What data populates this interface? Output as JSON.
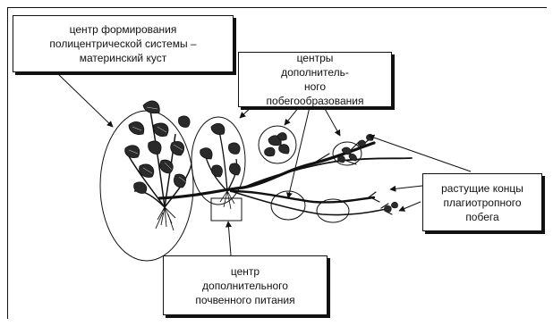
{
  "labels": {
    "formation_center": "центр формирования\nполицентрической системы –\nматеринский куст",
    "shoot_centers": "центры\nдополнитель-\nного\nпобегообразования",
    "growing_tips": "растущие концы\nплагиотропного\nпобега",
    "nutrition_center": "центр\nдополнительного\nпочвенного питания"
  },
  "colors": {
    "ink": "#111111",
    "background": "#ffffff"
  }
}
